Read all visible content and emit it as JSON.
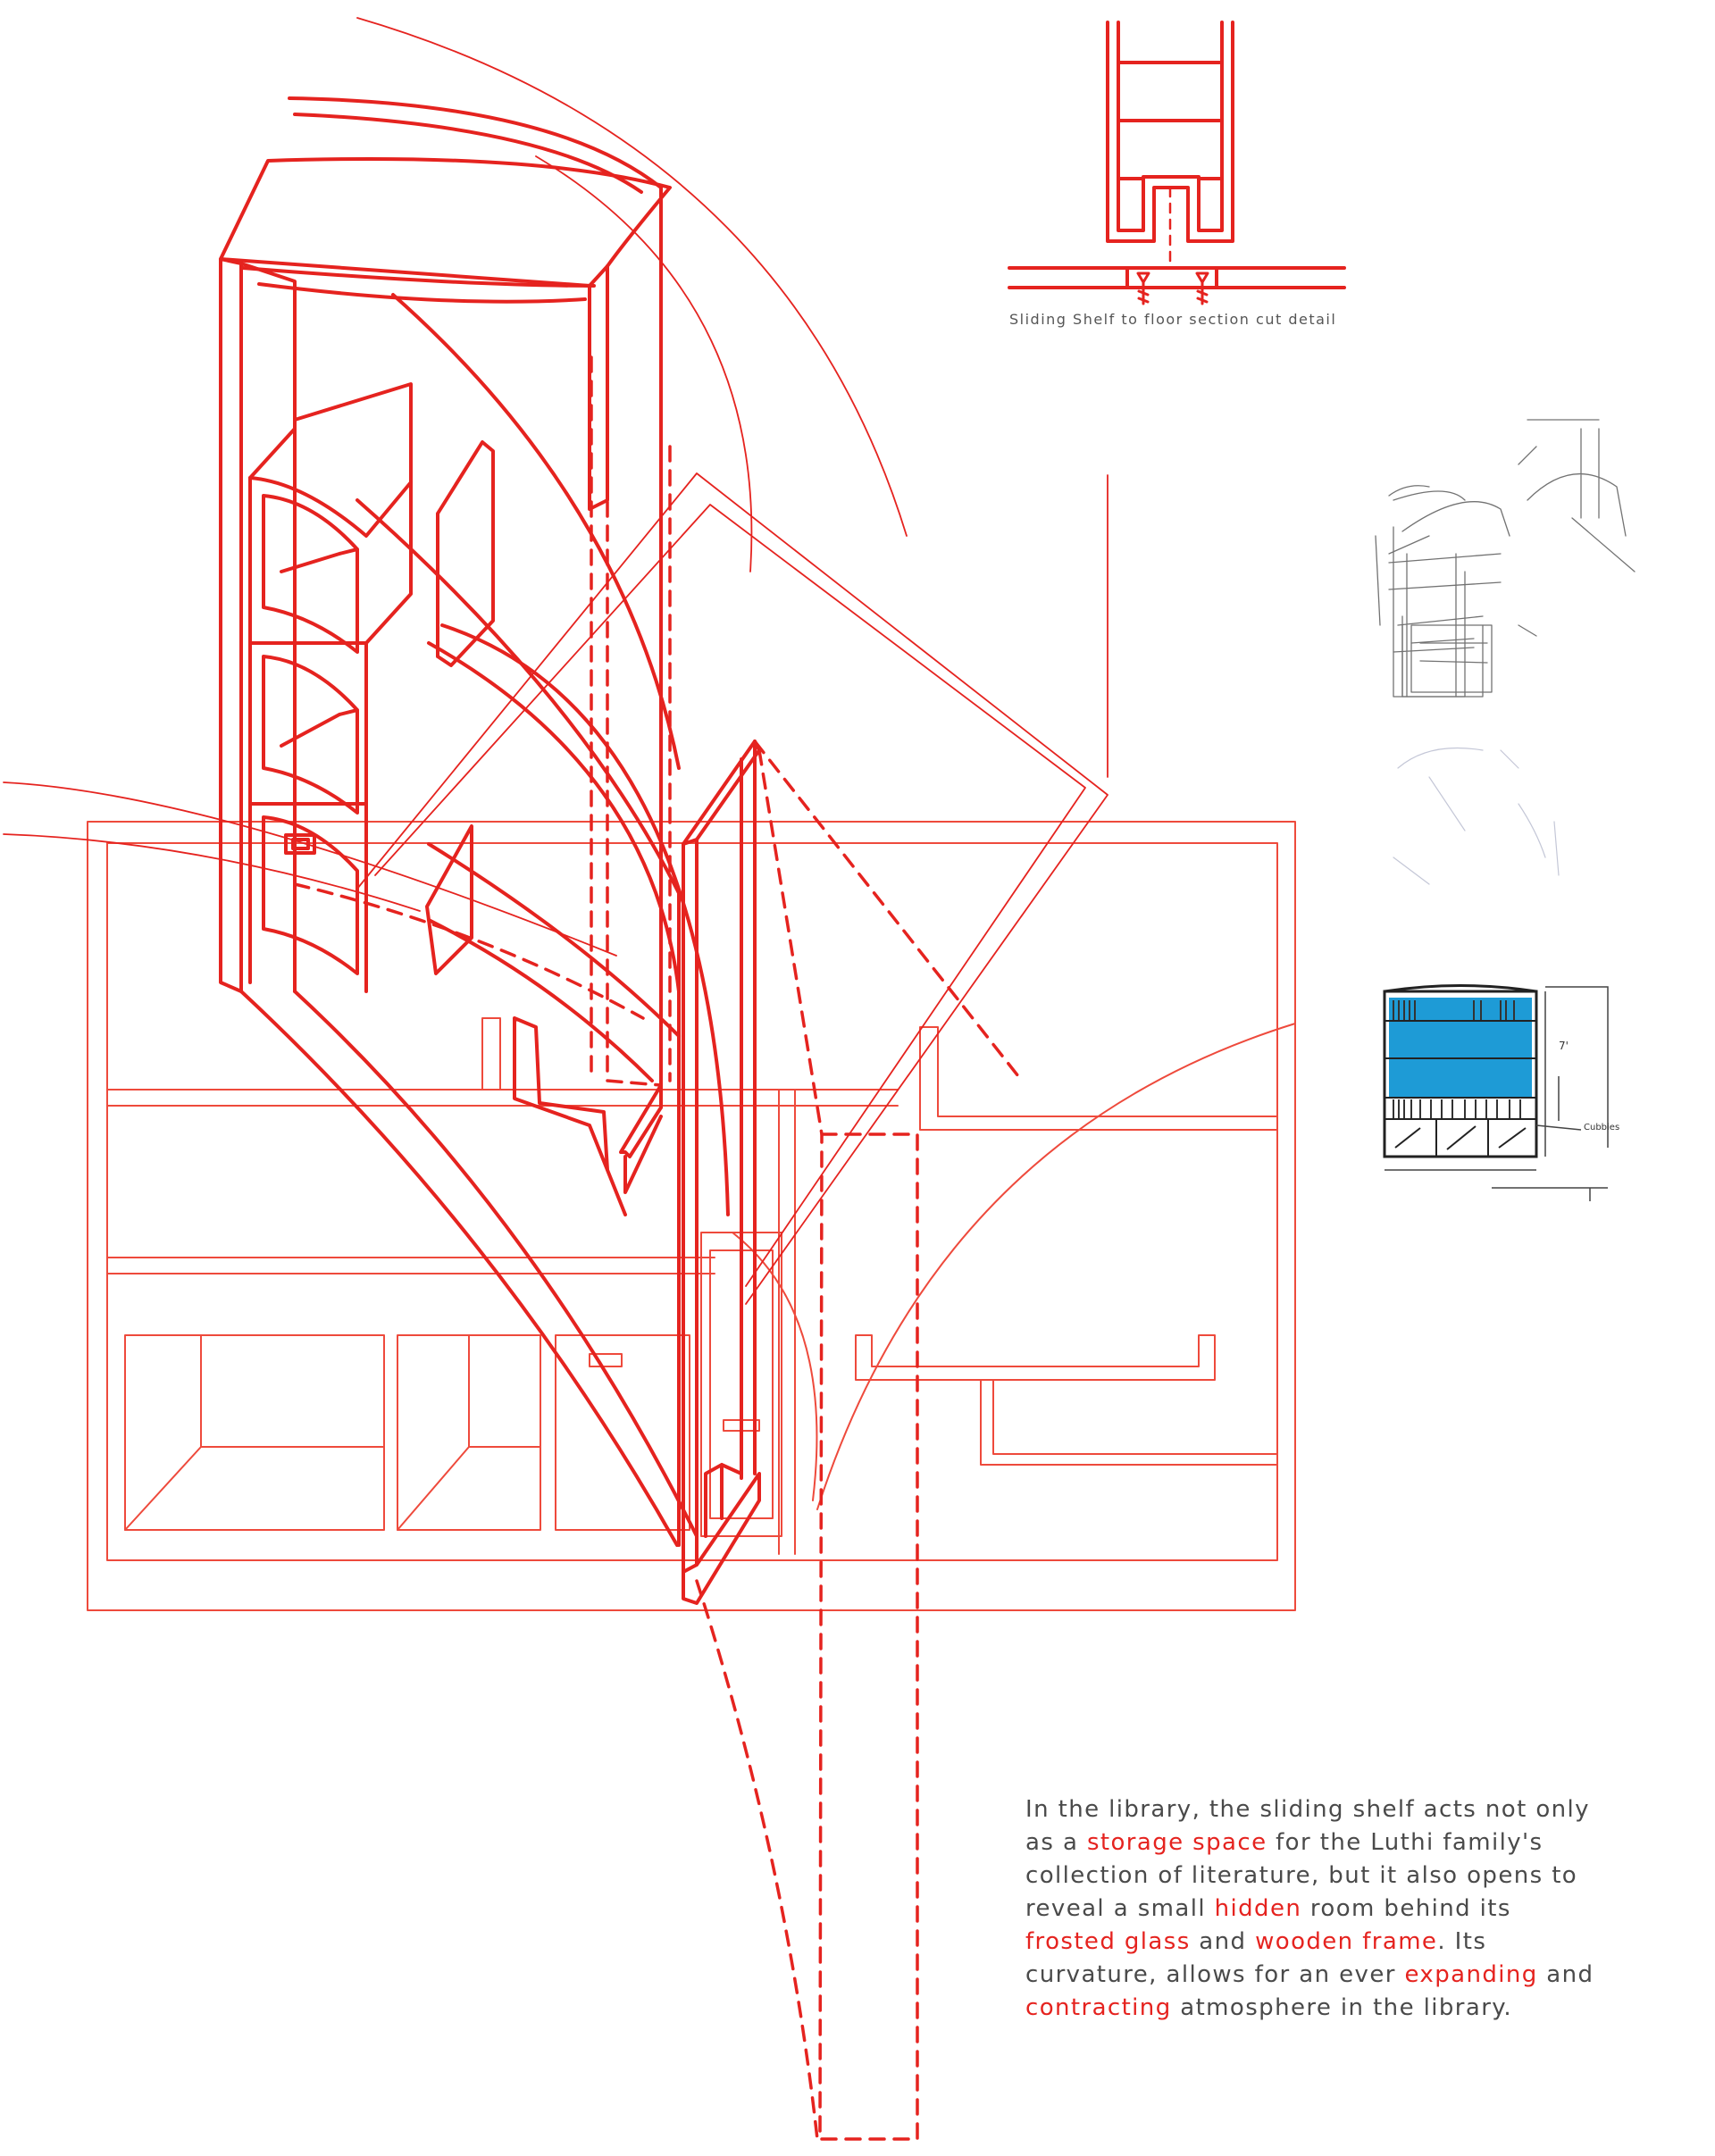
{
  "caption": "Sliding Shelf to floor section cut detail",
  "description": [
    {
      "text": "In the library, the sliding shelf acts not only as a ",
      "hl": false
    },
    {
      "text": "storage space",
      "hl": true
    },
    {
      "text": " for the Luthi family's collection of literature, but it also opens to reveal a small ",
      "hl": false
    },
    {
      "text": "hidden",
      "hl": true
    },
    {
      "text": " room behind its ",
      "hl": false
    },
    {
      "text": "frosted glass",
      "hl": true
    },
    {
      "text": " and ",
      "hl": false
    },
    {
      "text": "wooden frame",
      "hl": true
    },
    {
      "text": ". Its curvature, allows for an ever ",
      "hl": false
    },
    {
      "text": "expanding",
      "hl": true
    },
    {
      "text": " and ",
      "hl": false
    },
    {
      "text": "contracting",
      "hl": true
    },
    {
      "text": " atmosphere in the library.",
      "hl": false
    }
  ],
  "sketch_note": {
    "height_label": "7'",
    "side_label": "Cubbies"
  },
  "colors": {
    "accent": "#e5231f",
    "light_accent": "#ee4a3c",
    "text": "#4a4a4a",
    "sketch_blue": "#1e9bd6"
  }
}
